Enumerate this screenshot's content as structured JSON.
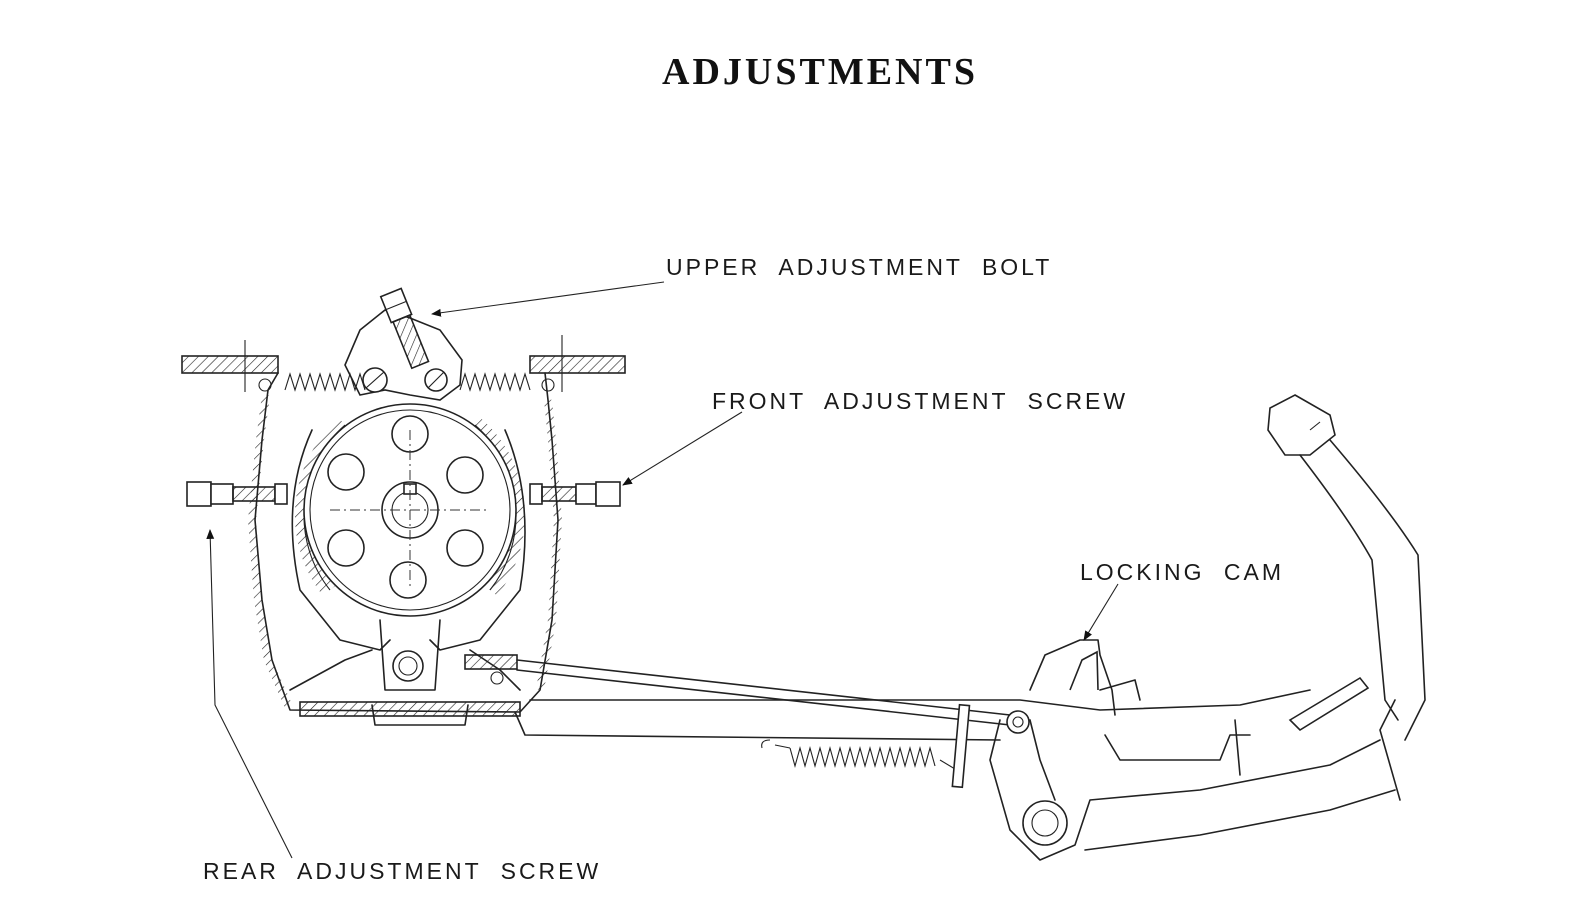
{
  "title": "ADJUSTMENTS",
  "labels": {
    "upper_adjustment_bolt": "UPPER ADJUSTMENT BOLT",
    "front_adjustment_screw": "FRONT ADJUSTMENT SCREW",
    "locking_cam": "LOCKING CAM",
    "rear_adjustment_screw": "REAR ADJUSTMENT SCREW"
  }
}
